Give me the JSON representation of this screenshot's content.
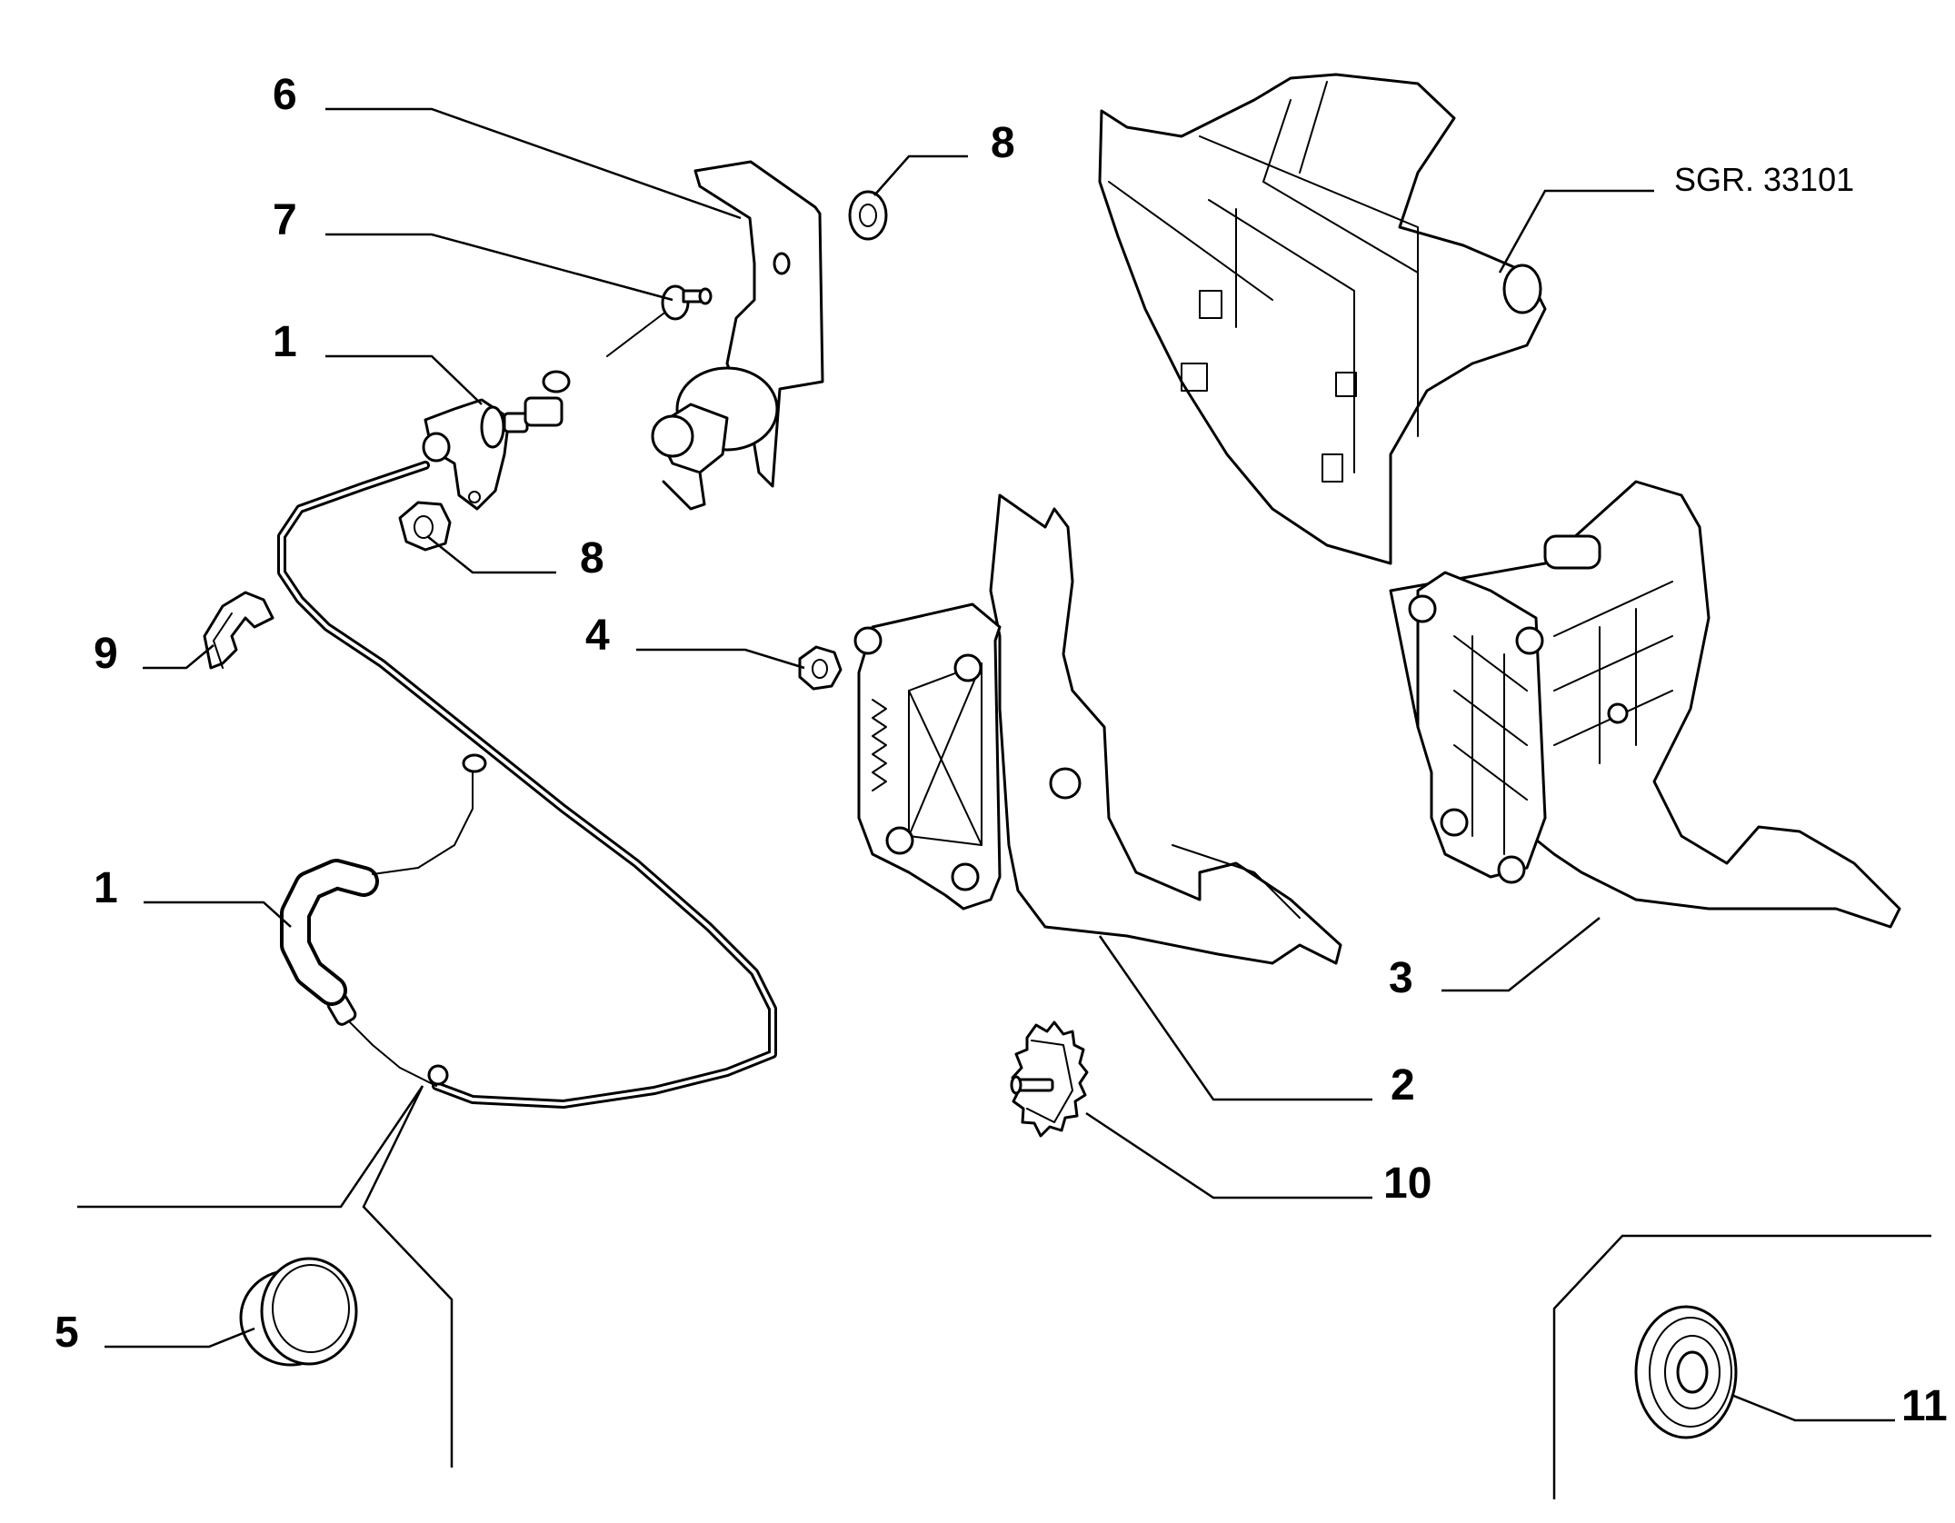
{
  "diagram": {
    "reference_code": "SGR. 33101",
    "callouts": [
      {
        "id": "c6",
        "label": "6"
      },
      {
        "id": "c7",
        "label": "7"
      },
      {
        "id": "c1a",
        "label": "1"
      },
      {
        "id": "c8a",
        "label": "8"
      },
      {
        "id": "c8b",
        "label": "8"
      },
      {
        "id": "c9",
        "label": "9"
      },
      {
        "id": "c4",
        "label": "4"
      },
      {
        "id": "c1b",
        "label": "1"
      },
      {
        "id": "c3",
        "label": "3"
      },
      {
        "id": "c2",
        "label": "2"
      },
      {
        "id": "c10",
        "label": "10"
      },
      {
        "id": "c5",
        "label": "5"
      },
      {
        "id": "c11",
        "label": "11"
      }
    ]
  }
}
